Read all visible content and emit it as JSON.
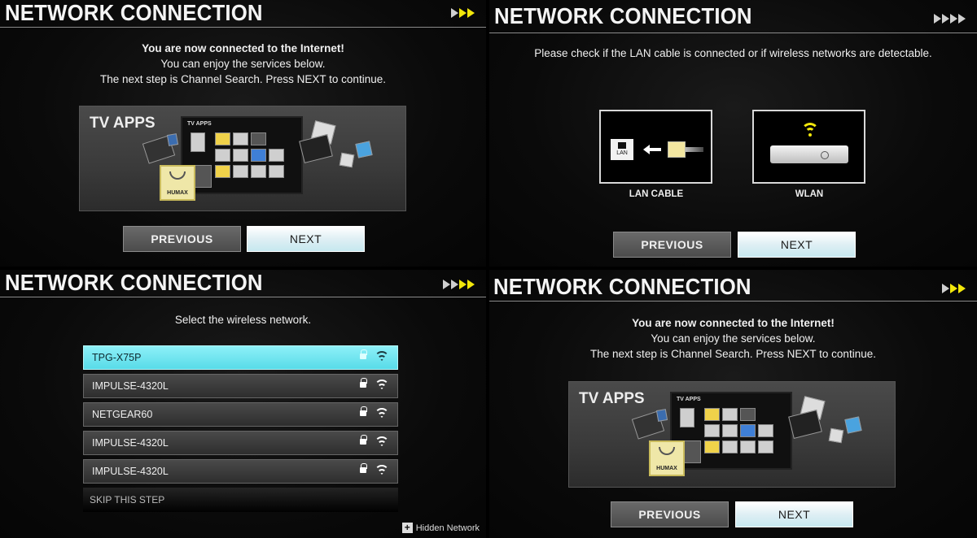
{
  "screens": [
    {
      "title": "NETWORK CONNECTION",
      "message_bold": "You are now connected to the Internet!",
      "message_line2": "You can enjoy the services below.",
      "message_line3": "The next step is Channel Search. Press NEXT to continue.",
      "apps_title": "TV APPS",
      "tv_label": "TV APPS",
      "brand": "HUMAX",
      "prev_label": "PREVIOUS",
      "next_label": "NEXT"
    },
    {
      "title": "NETWORK CONNECTION",
      "message": "Please check if the LAN cable is connected or if wireless networks are detectable.",
      "lan_label": "LAN CABLE",
      "lan_port_text": "LAN",
      "wlan_label": "WLAN",
      "prev_label": "PREVIOUS",
      "next_label": "NEXT"
    },
    {
      "title": "NETWORK CONNECTION",
      "message": "Select the wireless network.",
      "networks": [
        "TPG-X75P",
        "IMPULSE-4320L",
        "NETGEAR60",
        "IMPULSE-4320L",
        "IMPULSE-4320L"
      ],
      "skip_label": "SKIP THIS STEP",
      "hidden_network_label": "Hidden Network",
      "plus_glyph": "+"
    },
    {
      "title": "NETWORK CONNECTION",
      "message_bold": "You are now connected to the Internet!",
      "message_line2": "You can enjoy the services below.",
      "message_line3": "The next step is Channel Search. Press NEXT to continue.",
      "apps_title": "TV APPS",
      "tv_label": "TV APPS",
      "brand": "HUMAX",
      "prev_label": "PREVIOUS",
      "next_label": "NEXT"
    }
  ],
  "colors": {
    "accent_cyan": "#57dbe8",
    "arrow_yellow": "#f2e70b",
    "background": "#0a0a0a"
  }
}
